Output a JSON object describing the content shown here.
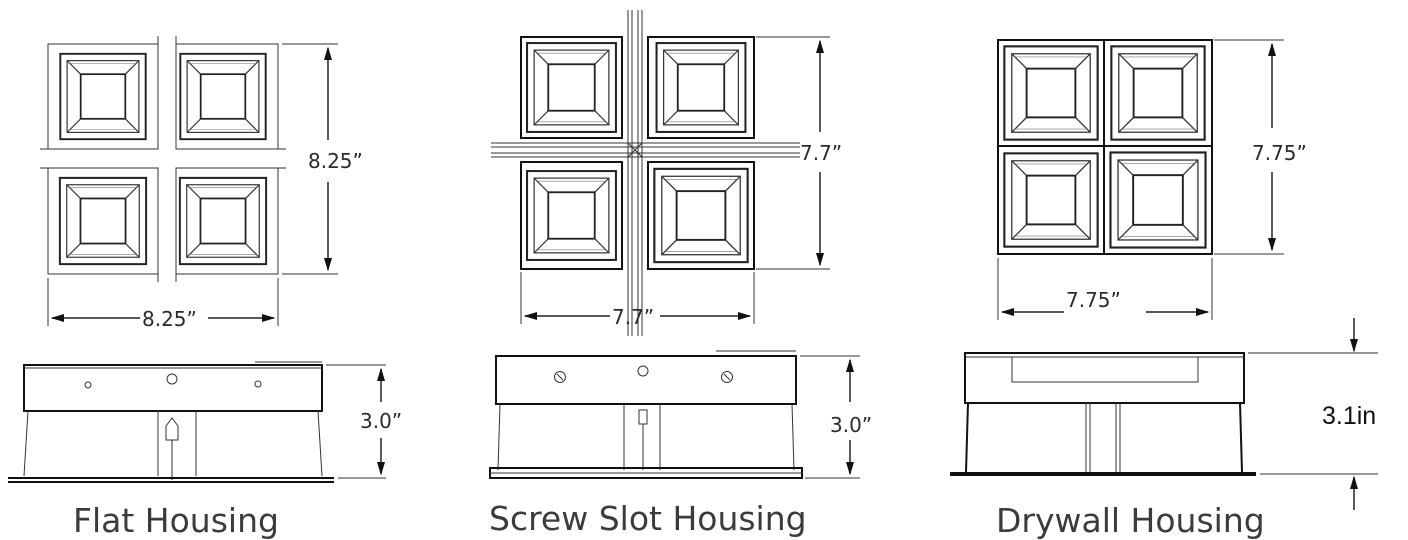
{
  "panels": {
    "flat": {
      "caption": "Flat Housing",
      "width": "8.25”",
      "height": "8.25”",
      "depth": "3.0”"
    },
    "screw": {
      "caption": "Screw Slot Housing",
      "width": "7.7”",
      "height": "7.7”",
      "depth": "3.0”"
    },
    "drywall": {
      "caption": "Drywall Housing",
      "width": "7.75”",
      "height": "7.75”",
      "depth": "3.1in"
    }
  }
}
